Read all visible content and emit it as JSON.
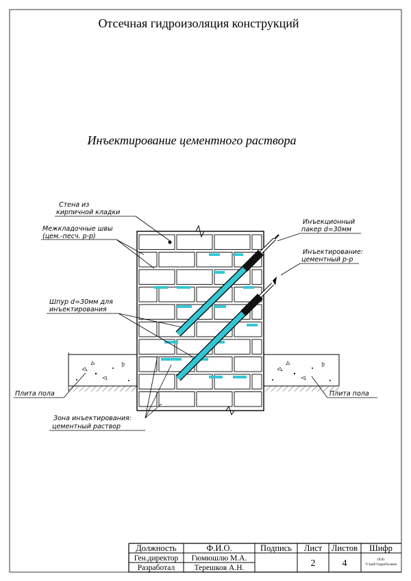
{
  "title": "Отсечная гидроизоляция конструкций",
  "subtitle": "Инъектирование цементного раствора",
  "labels": {
    "wall": [
      "Стена из",
      "кирпичной кладки"
    ],
    "joints": [
      "Межкладочные швы",
      "(цем.-песч. р-р)"
    ],
    "packer": [
      "Инъекционный",
      "пакер d=30мм"
    ],
    "injection": [
      "Инъектирование:",
      "цементный р-р"
    ],
    "borehole": [
      "Шпур d=30мм для",
      "инъектирования"
    ],
    "floor_left": "Плита пола",
    "floor_right": "Плита пола",
    "zone": [
      "Зона инъектирования:",
      "цементный раствор"
    ]
  },
  "title_block": {
    "headers": [
      "Должность",
      "Ф.И.О.",
      "Подпись",
      "Лист",
      "Листов",
      "Шифр"
    ],
    "row1": {
      "position": "Ген.директор",
      "name": "Гюмюшлю М.А."
    },
    "row2": {
      "position": "Разработал",
      "name": "Терешков А.Н."
    },
    "sheet": "2",
    "sheets": "4",
    "code": [
      "ООО",
      "\"Строй ГидроПолимн"
    ]
  },
  "colors": {
    "ink": "#000000",
    "injection": "#35c6d4",
    "packer": "#111111"
  }
}
